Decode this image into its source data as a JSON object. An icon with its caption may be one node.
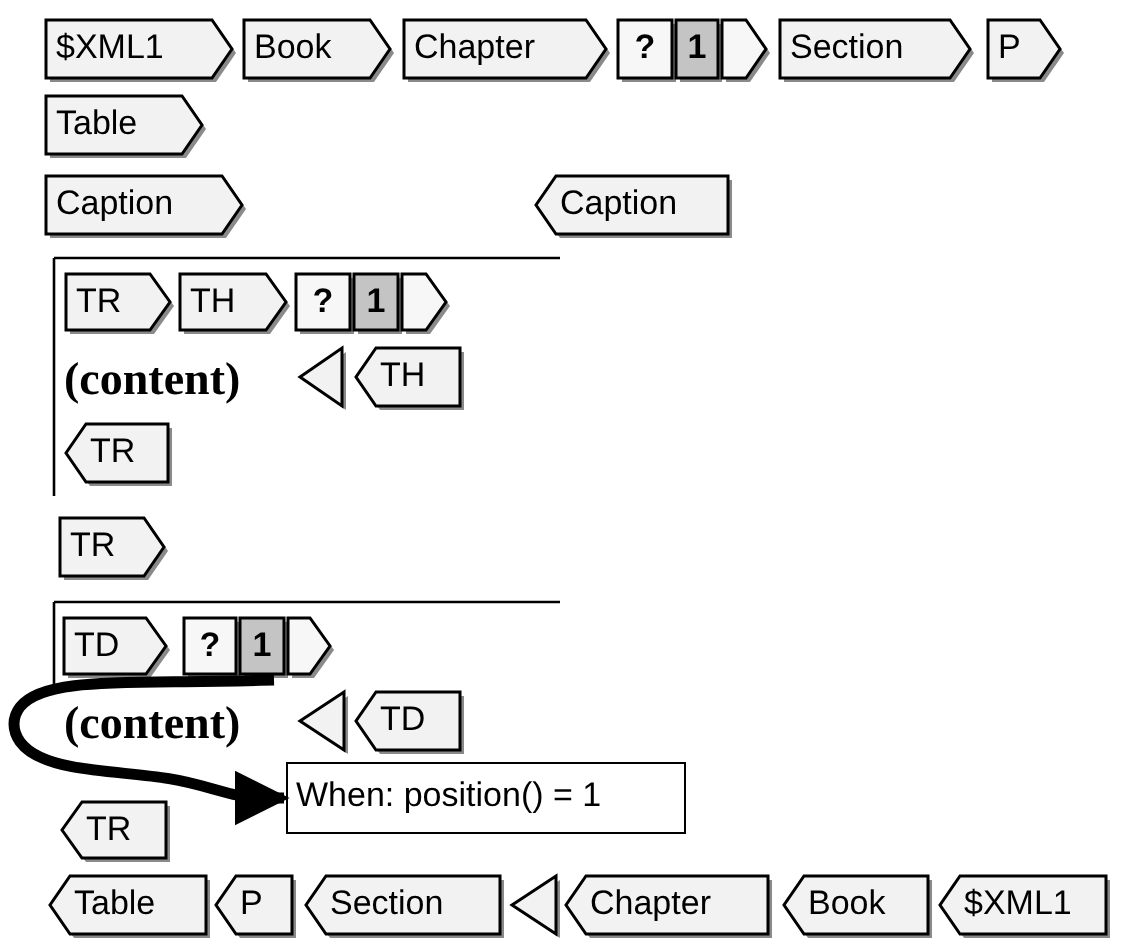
{
  "diagram": {
    "nodes": [
      {
        "text": [
          "$XML1"
        ]
      },
      {
        "text": [
          "Book"
        ]
      },
      {
        "text": [
          "Chapter"
        ]
      },
      {
        "text": [
          "?",
          "1"
        ]
      },
      {
        "text": [
          "Section"
        ]
      },
      {
        "text": [
          "P"
        ]
      },
      {
        "text": [
          "Table"
        ]
      },
      {
        "text": [
          "Caption"
        ]
      },
      {
        "text": [
          "Caption"
        ]
      },
      {
        "text": [
          "TR"
        ]
      },
      {
        "text": [
          "TH"
        ]
      },
      {
        "text": [
          "?",
          "1"
        ]
      },
      {
        "text": [],
        "shape": "tag"
      },
      {
        "text": [
          "TH"
        ]
      },
      {
        "text": [
          "TR"
        ]
      },
      {
        "text": [
          "TR"
        ]
      },
      {
        "text": [
          "TD"
        ]
      },
      {
        "text": [
          "?",
          "1"
        ]
      },
      {
        "text": [],
        "shape": "tag"
      },
      {
        "text": [
          "TD"
        ]
      },
      {
        "text": [
          "When: position() = 1"
        ]
      },
      {
        "text": [
          "TR"
        ]
      },
      {
        "text": [
          "Table"
        ]
      },
      {
        "text": [
          "P"
        ]
      },
      {
        "text": [
          "Section"
        ]
      },
      {
        "text": [],
        "shape": "tag"
      },
      {
        "text": [
          "Chapter"
        ]
      },
      {
        "text": [
          "Book"
        ]
      },
      {
        "text": [
          "$XML1"
        ]
      }
    ],
    "edges": [
      {
        "from": 17,
        "to": 20,
        "arrow": "to"
      }
    ],
    "labels": [
      "(content)",
      "(content)"
    ]
  }
}
